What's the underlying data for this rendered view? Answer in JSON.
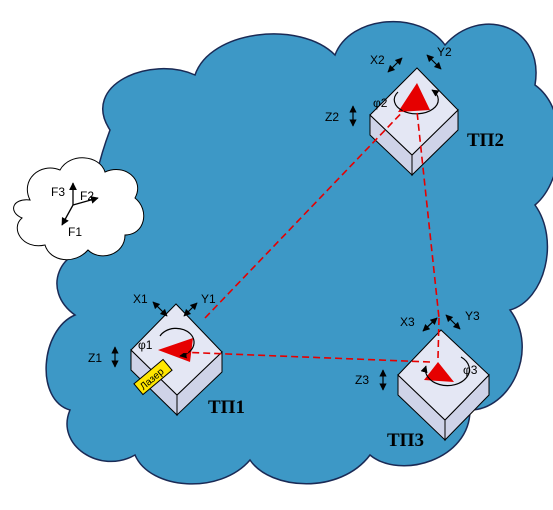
{
  "colors": {
    "cloud_fill": "#3d98c6",
    "cloud_stroke": "#1a2a55",
    "face_top": "#e4e7f4",
    "face_side": "#cfd3e8",
    "beam": "#e60000",
    "laser_fill": "#ffe600"
  },
  "force_cloud": {
    "f1": "F1",
    "f2": "F2",
    "f3": "F3"
  },
  "platforms": {
    "p1": {
      "name": "ТП1",
      "x": "X1",
      "y": "Y1",
      "z": "Z1",
      "phi": "φ1",
      "laser": "Лазер"
    },
    "p2": {
      "name": "ТП2",
      "x": "X2",
      "y": "Y2",
      "z": "Z2",
      "phi": "φ2"
    },
    "p3": {
      "name": "ТП3",
      "x": "X3",
      "y": "Y3",
      "z": "Z3",
      "phi": "φ3"
    }
  }
}
